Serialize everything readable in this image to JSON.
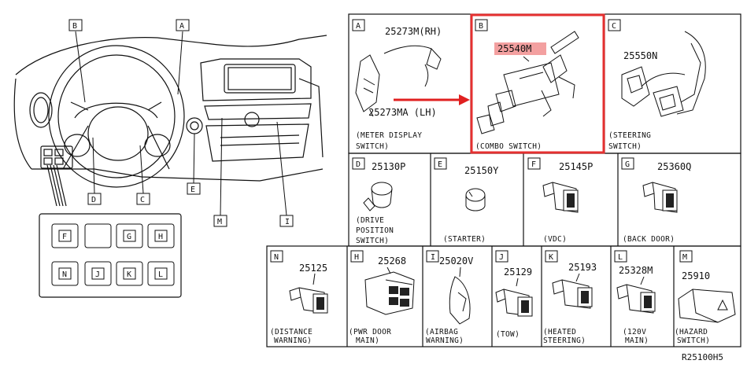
{
  "overview": {
    "callouts": [
      "B",
      "A",
      "D",
      "C",
      "E",
      "M",
      "I"
    ],
    "switch_grid": [
      "F",
      "",
      "G",
      "H",
      "N",
      "J",
      "K",
      "L"
    ]
  },
  "panels": {
    "A": {
      "tag": "A",
      "part1": "25273M(RH)",
      "part2": "25273MA (LH)",
      "label1": "(METER DISPLAY",
      "label2": "SWITCH)"
    },
    "B": {
      "tag": "B",
      "part": "25540M",
      "label": "(COMBO SWITCH)"
    },
    "C": {
      "tag": "C",
      "part": "25550N",
      "label1": "(STEERING",
      "label2": "SWITCH)"
    },
    "D": {
      "tag": "D",
      "part": "25130P",
      "label1": "(DRIVE",
      "label2": "POSITION",
      "label3": "SWITCH)"
    },
    "E": {
      "tag": "E",
      "part": "25150Y",
      "label": "(STARTER)"
    },
    "F": {
      "tag": "F",
      "part": "25145P",
      "label": "(VDC)"
    },
    "G": {
      "tag": "G",
      "part": "25360Q",
      "label": "(BACK DOOR)"
    },
    "N": {
      "tag": "N",
      "part": "25125",
      "label1": "(DISTANCE",
      "label2": "WARNING)"
    },
    "H": {
      "tag": "H",
      "part": "25268",
      "label1": "(PWR DOOR",
      "label2": "MAIN)"
    },
    "I": {
      "tag": "I",
      "part": "25020V",
      "label1": "(AIRBAG",
      "label2": "WARNING)"
    },
    "J": {
      "tag": "J",
      "part": "25129",
      "label": "(TOW)"
    },
    "K": {
      "tag": "K",
      "part": "25193",
      "label1": "(HEATED",
      "label2": "STEERING)"
    },
    "L": {
      "tag": "L",
      "part": "25328M",
      "label1": "(120V",
      "label2": "MAIN)"
    },
    "M": {
      "tag": "M",
      "part": "25910",
      "label1": "(HAZARD",
      "label2": "SWITCH)"
    }
  },
  "footer": {
    "code": "R25100H5"
  },
  "colors": {
    "highlight": "#e53030",
    "part_highlight": "#f3a0a0",
    "arrow": "#e02020"
  }
}
